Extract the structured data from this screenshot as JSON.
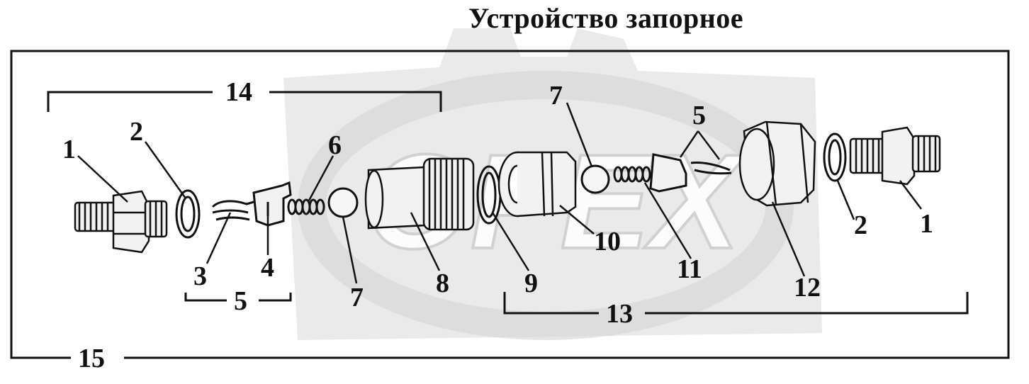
{
  "title": "Устройство запорное",
  "watermark": "OPEX",
  "colors": {
    "ink": "#111111",
    "part_fill": "#f2f2f2",
    "watermark": "#d9d9d9"
  },
  "labels": {
    "n1": "1",
    "n2": "2",
    "n3": "3",
    "n4": "4",
    "n5": "5",
    "n6": "6",
    "n7": "7",
    "n8": "8",
    "n9": "9",
    "n10": "10",
    "n11": "11",
    "n12": "12",
    "n13": "13",
    "n14": "14",
    "n15": "15"
  }
}
